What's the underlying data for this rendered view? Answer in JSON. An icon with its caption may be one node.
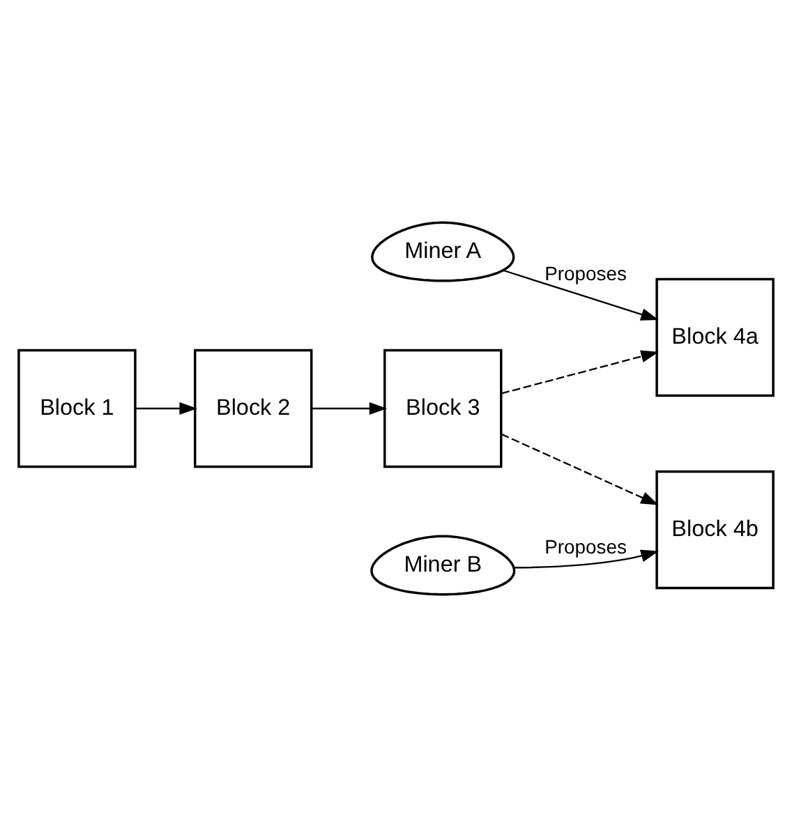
{
  "diagram": {
    "nodes": [
      {
        "text": [
          "Miner A"
        ]
      },
      {
        "text": [
          "Block 1"
        ]
      },
      {
        "text": [
          "Block 2"
        ]
      },
      {
        "text": [
          "Block 3"
        ]
      },
      {
        "text": [
          "Block 4a"
        ]
      },
      {
        "text": [
          "Block 4b"
        ]
      },
      {
        "text": [
          "Miner B"
        ]
      }
    ],
    "edges": [
      {
        "from": 1,
        "to": 2,
        "arrow": "to"
      },
      {
        "from": 2,
        "to": 3,
        "arrow": "to"
      },
      {
        "from": 3,
        "to": 4,
        "arrow": "to",
        "style": "dashed"
      },
      {
        "from": 3,
        "to": 5,
        "arrow": "to",
        "style": "dashed"
      },
      {
        "from": 0,
        "to": 4,
        "arrow": "to",
        "label": "Proposes"
      },
      {
        "from": 6,
        "to": 5,
        "arrow": "to",
        "label": "Proposes"
      }
    ]
  }
}
